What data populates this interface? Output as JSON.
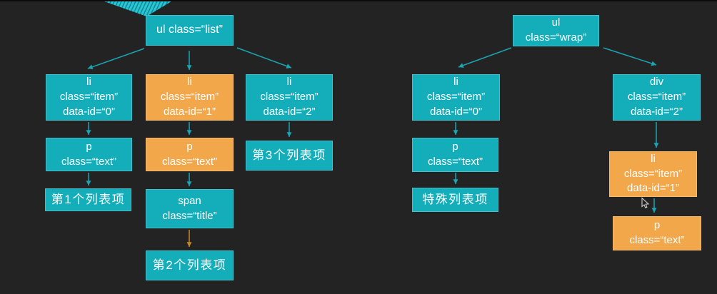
{
  "colors": {
    "background": "#232323",
    "teal": "#14aebb",
    "orange": "#f2a74b",
    "arrow": "#1ba4b2",
    "arrow_orange": "#c8862c",
    "text": "#ffffff"
  },
  "left_tree": {
    "root": "ul class=“list”",
    "li0": "li\nclass=“item”\ndata-id=“0”",
    "li1": "li\nclass=“item”\ndata-id=“1”",
    "li2": "li\nclass=“item”\ndata-id=“2”",
    "p0": "p\nclass=“text”",
    "p1": "p\nclass=“text”",
    "span1": "span\nclass=“title”",
    "text1": "第1个列表项",
    "text2": "第2个列表项",
    "text3": "第3个列表项"
  },
  "right_tree": {
    "root": "ul\nclass=“wrap”",
    "li0": "li\nclass=“item”\ndata-id=“0”",
    "div2": "div\nclass=“item”\ndata-id=“2”",
    "p0": "p\nclass=“text”",
    "special": "特殊列表项",
    "li1": "li\nclass=“item”\ndata-id=“1”",
    "p1": "p\nclass=“text”"
  }
}
